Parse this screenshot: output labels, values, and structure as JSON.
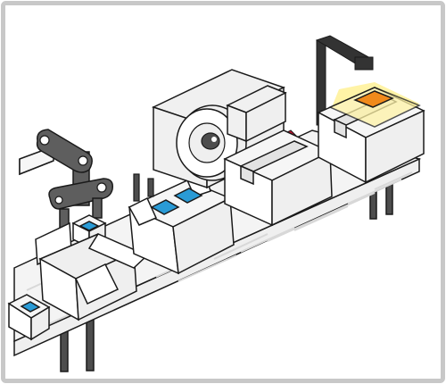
{
  "illustration": {
    "subject": "packaging-line",
    "colors": {
      "frame_border": "#c8c8c8",
      "outline": "#1a1a1a",
      "box_face": "#ffffff",
      "box_side": "#efefef",
      "box_top": "#f6f6f6",
      "tape": "#e3e3e3",
      "machine": "#f0f0f0",
      "machine_dark": "#4d4d4d",
      "robot_arm": "#5e5e5e",
      "camera_arm": "#333333",
      "label_blue": "#2a9bd6",
      "label_blue_light": "#ffffff",
      "scan_light": "#fff3a6",
      "scan_spot": "#f08a1c",
      "accent_red": "#c8102e",
      "conveyor_top": "#f4f4f4",
      "conveyor_slat": "#d8d8d8"
    },
    "components": [
      "robotic-pick-arm",
      "box-filling-station",
      "box-closing-station",
      "tape-sealing-machine",
      "vision-inspection-camera",
      "conveyor-belt"
    ]
  }
}
